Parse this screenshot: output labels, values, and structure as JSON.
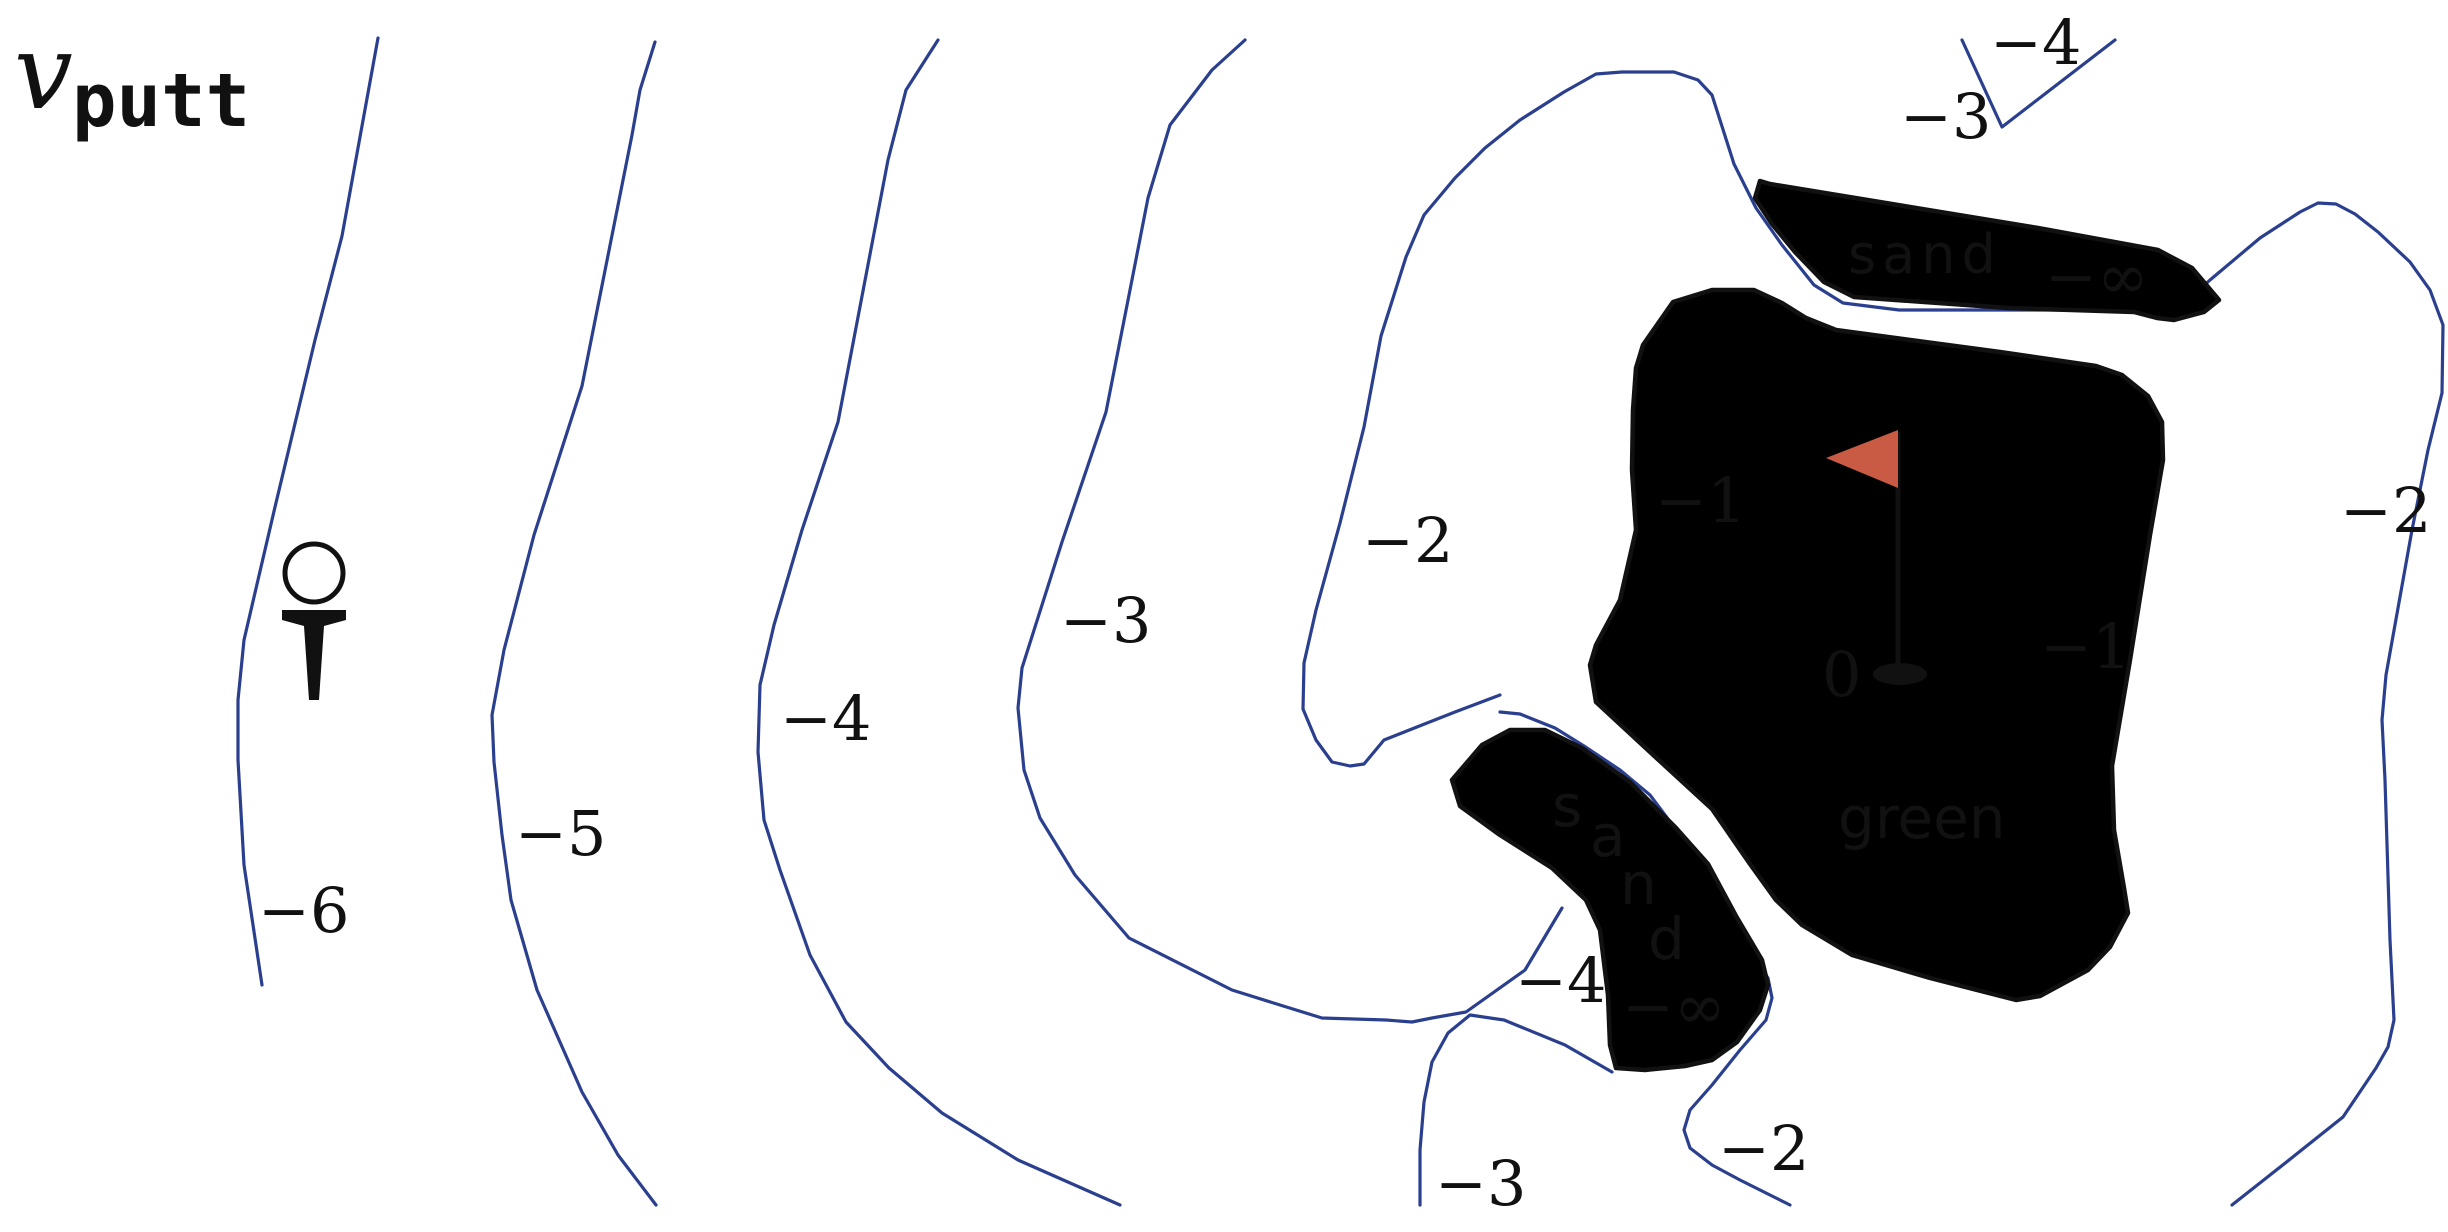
{
  "title": {
    "symbol": "v",
    "subscript": "putt"
  },
  "colors": {
    "contour": "#2b3f8f",
    "sand": "#d8be4b",
    "green": "#99ba70",
    "flag": "#c95a44",
    "outline": "#111111"
  },
  "icons": {
    "tee": "golf-ball-on-tee-icon",
    "flag": "flag-icon",
    "hole": "hole-icon"
  },
  "regions": {
    "green": "green",
    "sand_top": "sand",
    "sand_bottom": [
      "s",
      "a",
      "n",
      "d"
    ],
    "sand_top_value": "−∞",
    "sand_bottom_value": "−∞",
    "hole_value": "0"
  },
  "contour_labels": {
    "m6": "−6",
    "m5": "−5",
    "m4_left": "−4",
    "m3_left": "−3",
    "m2_left": "−2",
    "m1_left": "−1",
    "m1_right": "−1",
    "m2_right": "−2",
    "m4_top": "−4",
    "m3_top": "−3",
    "m4_bottom": "−4",
    "m3_bottom": "−3",
    "m2_bottom": "−2"
  }
}
